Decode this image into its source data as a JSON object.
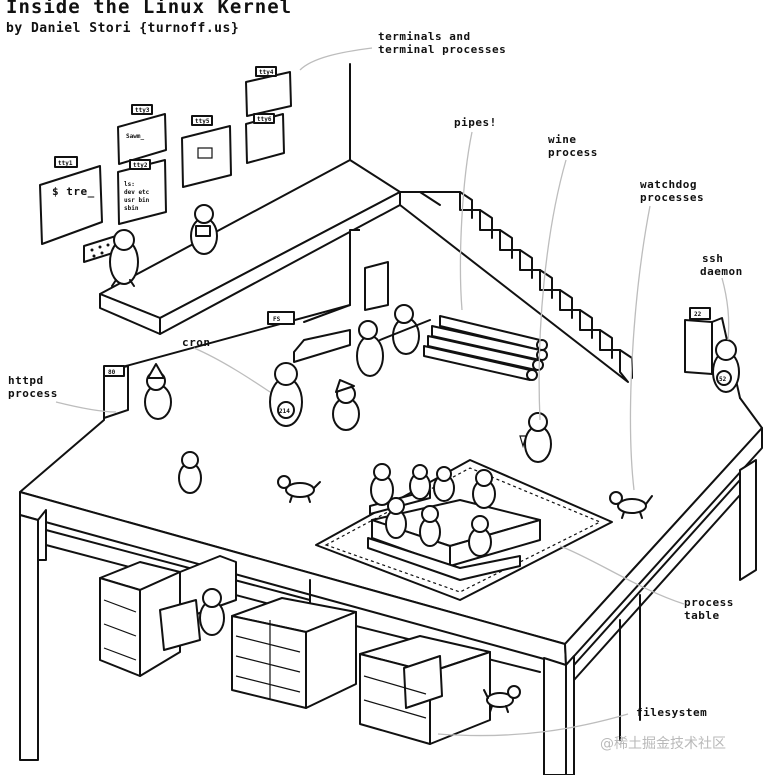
{
  "title": "Inside the Linux Kernel",
  "byline": "by Daniel Stori {turnoff.us}",
  "watermark": "@稀土掘金技术社区",
  "labels": {
    "terminals_1": "terminals and",
    "terminals_2": "terminal processes",
    "pipes": "pipes!",
    "wine_1": "wine",
    "wine_2": "process",
    "watchdog_1": "watchdog",
    "watchdog_2": "processes",
    "ssh_1": "ssh",
    "ssh_2": "daemon",
    "cron": "cron",
    "httpd_1": "httpd",
    "httpd_2": "process",
    "process_table_1": "process",
    "process_table_2": "table",
    "filesystem": "filesystem"
  },
  "signs": {
    "tty1": "tty1",
    "tty2": "tty2",
    "tty3": "tty3",
    "tty4": "tty4",
    "tty5": "tty5",
    "tty6": "tty6",
    "fs": "FS",
    "port80": "80",
    "port22": "22"
  },
  "screens": {
    "tty1_prompt": "$ tre_",
    "tty3_text": "Sawm_",
    "tty2_l1": "ls:",
    "tty2_l2": "dev etc",
    "tty2_l3": "usr bin",
    "tty2_l4": "sbin"
  },
  "badges": {
    "cron": "214",
    "ssh": "52"
  }
}
